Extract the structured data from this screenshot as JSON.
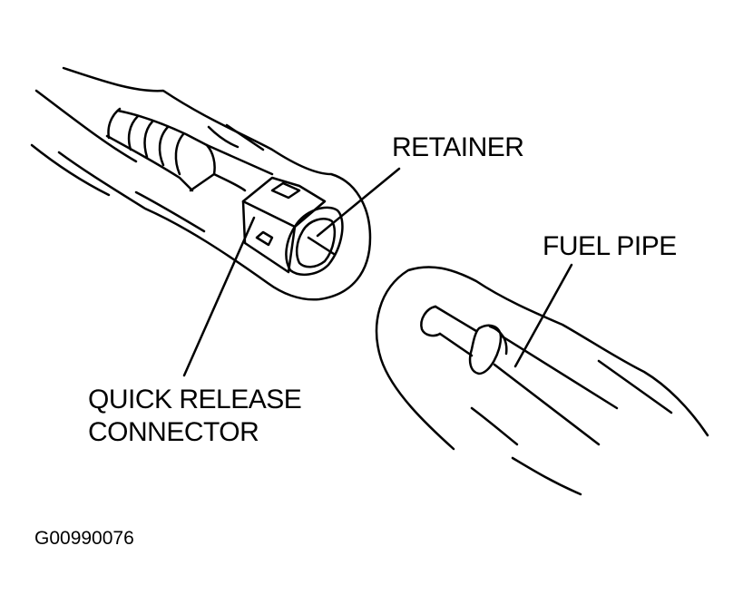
{
  "labels": {
    "retainer": "RETAINER",
    "fuel_pipe": "FUEL PIPE",
    "quick_release_line1": "QUICK RELEASE",
    "quick_release_line2": "CONNECTOR"
  },
  "figure_code": "G00990076",
  "colors": {
    "ink": "#000000",
    "background": "#ffffff"
  }
}
